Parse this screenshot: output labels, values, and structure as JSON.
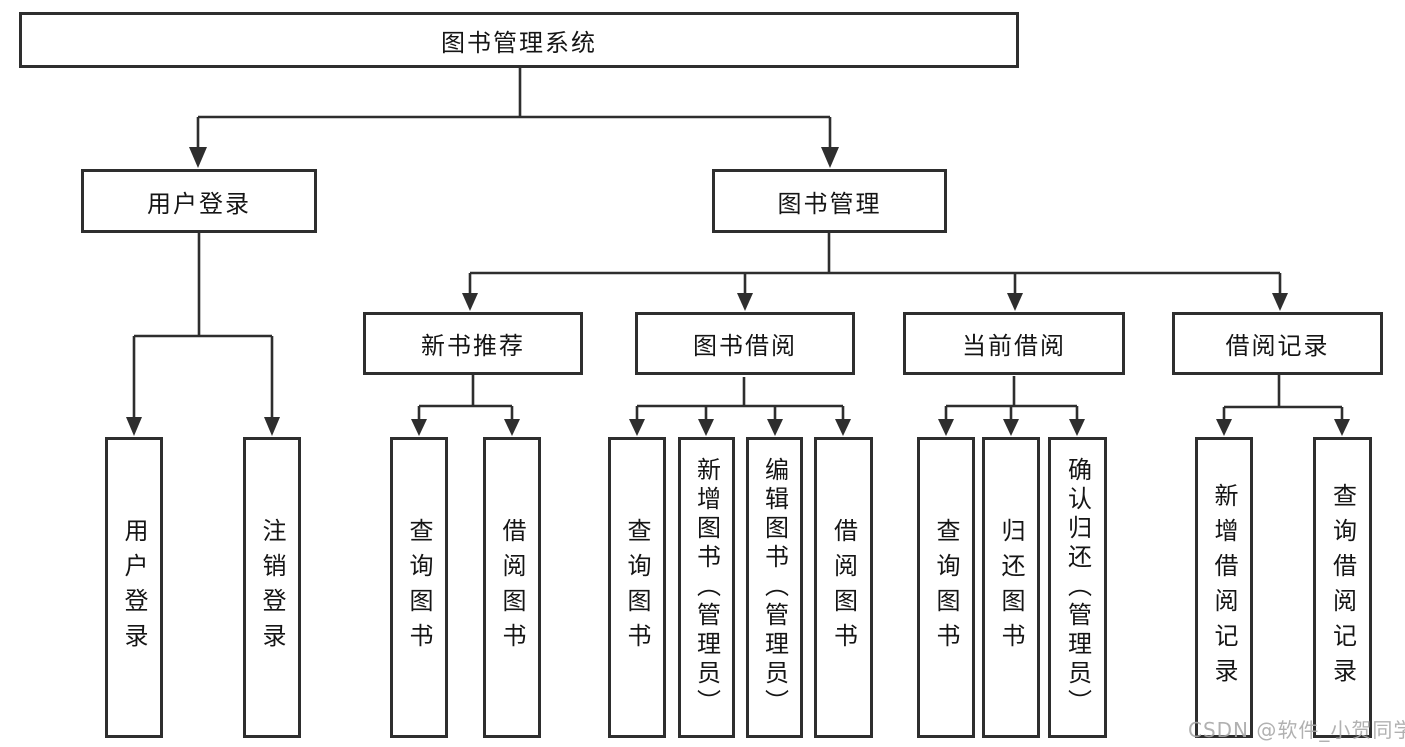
{
  "colors": {
    "line": "#2e2e2e",
    "box_border": "#2e2e2e",
    "box_fill": "#ffffff",
    "text": "#151515",
    "watermark": "#a8a8a8"
  },
  "watermark": {
    "text": "CSDN @软件_小贺同学"
  },
  "tree": {
    "root": {
      "label": "图书管理系统"
    },
    "branches": [
      {
        "label": "用户登录",
        "children": [
          {
            "label": "用户登录"
          },
          {
            "label": "注销登录"
          }
        ]
      },
      {
        "label": "图书管理",
        "groups": [
          {
            "label": "新书推荐",
            "children": [
              {
                "label": "查询图书"
              },
              {
                "label": "借阅图书"
              }
            ]
          },
          {
            "label": "图书借阅",
            "children": [
              {
                "label": "查询图书"
              },
              {
                "label": "新增图书（管理员）"
              },
              {
                "label": "编辑图书（管理员）"
              },
              {
                "label": "借阅图书"
              }
            ]
          },
          {
            "label": "当前借阅",
            "children": [
              {
                "label": "查询图书"
              },
              {
                "label": "归还图书"
              },
              {
                "label": "确认归还（管理员）"
              }
            ]
          },
          {
            "label": "借阅记录",
            "children": [
              {
                "label": "新增借阅记录"
              },
              {
                "label": "查询借阅记录"
              }
            ]
          }
        ]
      }
    ]
  }
}
